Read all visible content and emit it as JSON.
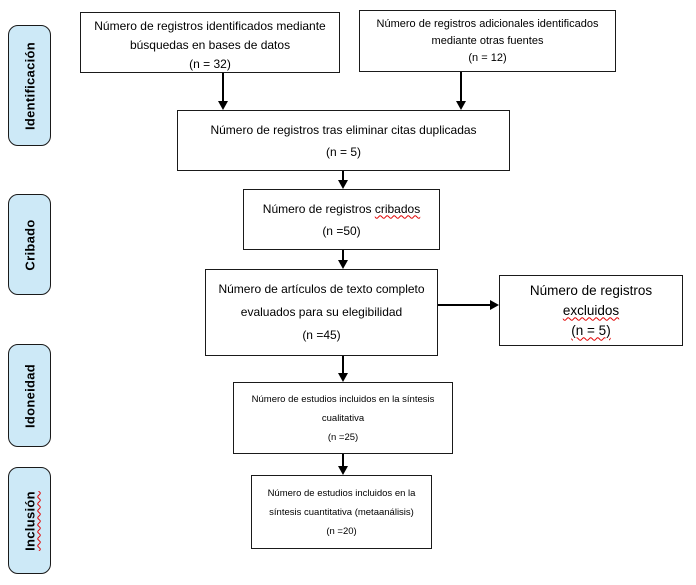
{
  "diagram": {
    "type": "prisma-flow",
    "language": "es",
    "accent_color": "#cde9f7",
    "border_color": "#1a1a1a",
    "squiggle_color": "#e00000",
    "stages": {
      "identificacion": "Identificación",
      "cribado": "Cribado",
      "idoneidad": "Idoneidad",
      "inclusion": "Inclusión"
    },
    "boxes": {
      "db_records": {
        "line1": "Número de registros identificados mediante",
        "line2": "búsquedas en bases de datos",
        "line3": "(n = 32)",
        "n": 32
      },
      "other_sources": {
        "line1": "Número de registros adicionales identificados",
        "line2": "mediante otras fuentes",
        "line3": "(n = 12)",
        "n": 12
      },
      "dedup": {
        "line1": "Número de registros tras eliminar citas duplicadas",
        "line2": "(n = 5)",
        "n": 5
      },
      "screened": {
        "line1_prefix": "Número de registros ",
        "line1_word": "cribados",
        "line2": "(n =50)",
        "n": 50
      },
      "fulltext": {
        "line1": "Número de artículos de texto completo",
        "line2": "evaluados para su elegibilidad",
        "line3": "(n =45)",
        "n": 45
      },
      "excluded": {
        "line1": "Número de registros",
        "line2": "excluidos",
        "line3": "(n = 5)",
        "n": 5
      },
      "qualitative": {
        "line1": "Número de estudios incluidos en la síntesis",
        "line2": "cualitativa",
        "line3": "(n =25)",
        "n": 25
      },
      "quantitative": {
        "line1": "Número de estudios incluidos en la",
        "line2": "síntesis cuantitativa (metaanálisis)",
        "line3": "(n =20)",
        "n": 20
      }
    }
  }
}
